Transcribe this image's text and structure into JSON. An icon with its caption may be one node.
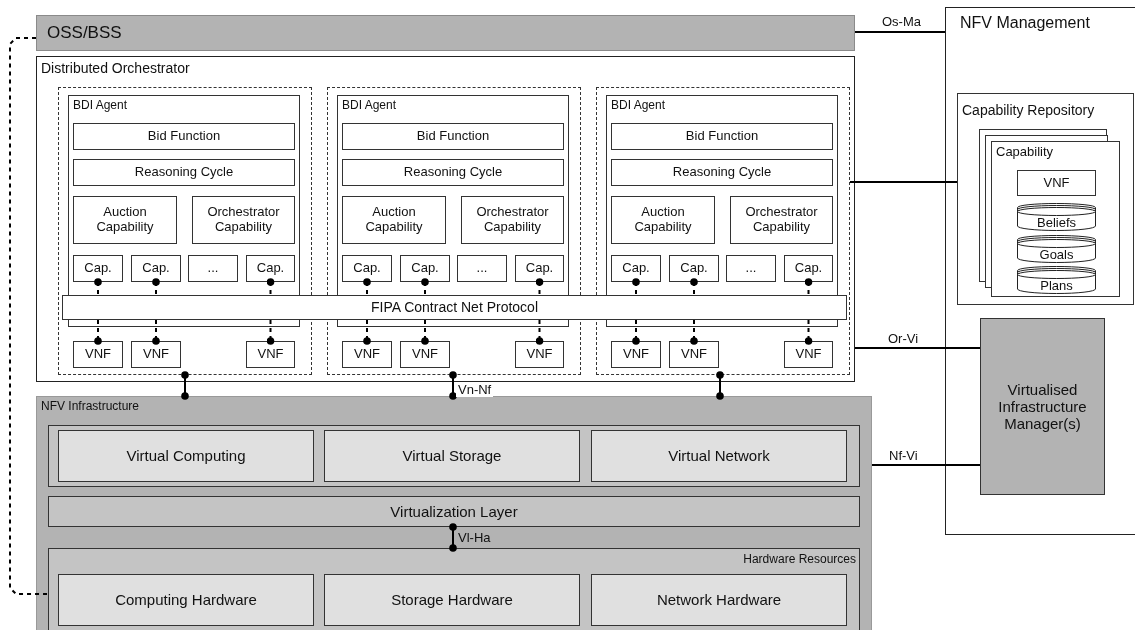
{
  "diagram": {
    "nodes": [
      {
        "text": [
          "OSS/BSS"
        ]
      },
      {
        "text": [
          "Distributed Orchestrator"
        ]
      },
      {
        "text": [],
        "shape": "box",
        "in": 1
      },
      {
        "text": [
          "BDI Agent"
        ],
        "in": 2
      },
      {
        "text": [
          "Bid Function"
        ],
        "in": 3
      },
      {
        "text": [
          "Reasoning Cycle"
        ],
        "in": 3
      },
      {
        "text": [
          "Auction Capability"
        ],
        "in": 3
      },
      {
        "text": [
          "Orchestrator Capability"
        ],
        "in": 3
      },
      {
        "text": [
          "Cap."
        ],
        "in": 3
      },
      {
        "text": [
          "Cap."
        ],
        "in": 3
      },
      {
        "text": [
          "..."
        ],
        "in": 3
      },
      {
        "text": [
          "Cap."
        ],
        "in": 3
      },
      {
        "text": [
          "VNF"
        ],
        "in": 2
      },
      {
        "text": [
          "VNF"
        ],
        "in": 2
      },
      {
        "text": [
          "VNF"
        ],
        "in": 2
      },
      {
        "text": [],
        "shape": "box",
        "in": 1
      },
      {
        "text": [
          "BDI Agent"
        ],
        "in": 15
      },
      {
        "text": [
          "Bid Function"
        ],
        "in": 16
      },
      {
        "text": [
          "Reasoning Cycle"
        ],
        "in": 16
      },
      {
        "text": [
          "Auction Capability"
        ],
        "in": 16
      },
      {
        "text": [
          "Orchestrator Capability"
        ],
        "in": 16
      },
      {
        "text": [
          "Cap."
        ],
        "in": 16
      },
      {
        "text": [
          "Cap."
        ],
        "in": 16
      },
      {
        "text": [
          "..."
        ],
        "in": 16
      },
      {
        "text": [
          "Cap."
        ],
        "in": 16
      },
      {
        "text": [
          "VNF"
        ],
        "in": 15
      },
      {
        "text": [
          "VNF"
        ],
        "in": 15
      },
      {
        "text": [
          "VNF"
        ],
        "in": 15
      },
      {
        "text": [],
        "shape": "box",
        "in": 1
      },
      {
        "text": [
          "BDI Agent"
        ],
        "in": 28
      },
      {
        "text": [
          "Bid Function"
        ],
        "in": 29
      },
      {
        "text": [
          "Reasoning Cycle"
        ],
        "in": 29
      },
      {
        "text": [
          "Auction Capability"
        ],
        "in": 29
      },
      {
        "text": [
          "Orchestrator Capability"
        ],
        "in": 29
      },
      {
        "text": [
          "Cap."
        ],
        "in": 29
      },
      {
        "text": [
          "Cap."
        ],
        "in": 29
      },
      {
        "text": [
          "..."
        ],
        "in": 29
      },
      {
        "text": [
          "Cap."
        ],
        "in": 29
      },
      {
        "text": [
          "VNF"
        ],
        "in": 28
      },
      {
        "text": [
          "VNF"
        ],
        "in": 28
      },
      {
        "text": [
          "VNF"
        ],
        "in": 28
      },
      {
        "text": [
          "FIPA Contract Net Protocol"
        ],
        "in": 1
      },
      {
        "text": [
          "NFV Management"
        ]
      },
      {
        "text": [
          "Capability Repository"
        ],
        "in": 42
      },
      {
        "text": [
          "Capability"
        ],
        "in": 43
      },
      {
        "text": [
          "VNF"
        ],
        "in": 44
      },
      {
        "text": [
          "Beliefs"
        ],
        "in": 44
      },
      {
        "text": [
          "Goals"
        ],
        "in": 44
      },
      {
        "text": [
          "Plans"
        ],
        "in": 44
      },
      {
        "text": [
          "Virtualised Infrastructure Manager(s)"
        ],
        "in": 42
      },
      {
        "text": [
          "NFV Infrastructure"
        ]
      },
      {
        "text": [],
        "shape": "box",
        "in": 50
      },
      {
        "text": [
          "Virtual Computing"
        ],
        "in": 51
      },
      {
        "text": [
          "Virtual Storage"
        ],
        "in": 51
      },
      {
        "text": [
          "Virtual Network"
        ],
        "in": 51
      },
      {
        "text": [
          "Virtualization Layer"
        ],
        "in": 50
      },
      {
        "text": [
          "Hardware Resources"
        ],
        "in": 50
      },
      {
        "text": [
          "Computing Hardware"
        ],
        "in": 56
      },
      {
        "text": [
          "Storage Hardware"
        ],
        "in": 56
      },
      {
        "text": [
          "Network Hardware"
        ],
        "in": 56
      }
    ],
    "edges": [
      {
        "from": 0,
        "to": 42,
        "arrow": "none",
        "label": "Os-Ma"
      },
      {
        "from": 0,
        "to": 56,
        "arrow": "none",
        "style": "dashed"
      },
      {
        "from": 28,
        "to": 43,
        "arrow": "none"
      },
      {
        "from": 1,
        "to": 49,
        "arrow": "none",
        "label": "Or-Vi"
      },
      {
        "from": 50,
        "to": 49,
        "arrow": "none",
        "label": "Nf-Vi"
      },
      {
        "from": 2,
        "to": 50,
        "arrow": "other"
      },
      {
        "from": 15,
        "to": 50,
        "arrow": "other",
        "label": "Vn-Nf"
      },
      {
        "from": 28,
        "to": 50,
        "arrow": "other"
      },
      {
        "from": 55,
        "to": 56,
        "arrow": "other",
        "label": "Vl-Ha"
      },
      {
        "from": 8,
        "to": 41,
        "arrow": "other",
        "style": "dashed"
      },
      {
        "from": 41,
        "to": 12,
        "arrow": "other",
        "style": "dashed"
      },
      {
        "from": 9,
        "to": 41,
        "arrow": "other",
        "style": "dashed"
      },
      {
        "from": 41,
        "to": 13,
        "arrow": "other",
        "style": "dashed"
      },
      {
        "from": 11,
        "to": 41,
        "arrow": "other",
        "style": "dashed"
      },
      {
        "from": 41,
        "to": 14,
        "arrow": "other",
        "style": "dashed"
      },
      {
        "from": 21,
        "to": 41,
        "arrow": "other",
        "style": "dashed"
      },
      {
        "from": 41,
        "to": 25,
        "arrow": "other",
        "style": "dashed"
      },
      {
        "from": 22,
        "to": 41,
        "arrow": "other",
        "style": "dashed"
      },
      {
        "from": 41,
        "to": 26,
        "arrow": "other",
        "style": "dashed"
      },
      {
        "from": 24,
        "to": 41,
        "arrow": "other",
        "style": "dashed"
      },
      {
        "from": 41,
        "to": 27,
        "arrow": "other",
        "style": "dashed"
      },
      {
        "from": 34,
        "to": 41,
        "arrow": "other",
        "style": "dashed"
      },
      {
        "from": 41,
        "to": 38,
        "arrow": "other",
        "style": "dashed"
      },
      {
        "from": 35,
        "to": 41,
        "arrow": "other",
        "style": "dashed"
      },
      {
        "from": 41,
        "to": 39,
        "arrow": "other",
        "style": "dashed"
      },
      {
        "from": 37,
        "to": 41,
        "arrow": "other",
        "style": "dashed"
      },
      {
        "from": 41,
        "to": 40,
        "arrow": "other",
        "style": "dashed"
      }
    ]
  }
}
